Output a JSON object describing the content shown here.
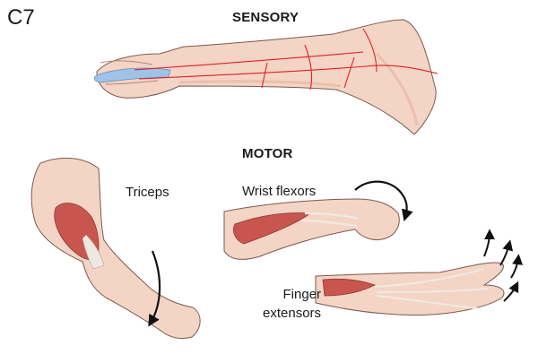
{
  "figure": {
    "root_label": "C7",
    "sensory_title": "SENSORY",
    "motor_title": "MOTOR",
    "muscles": {
      "triceps": "Triceps",
      "wrist_flexors": "Wrist flexors",
      "finger_extensors_line1": "Finger",
      "finger_extensors_line2": "extensors"
    }
  },
  "colors": {
    "skin": "#f4d4c4",
    "skin_shadow": "#e6b6a2",
    "outline": "#7a5a50",
    "dermatome_lines": "#e0202a",
    "dermatome_highlight": "#9fc3e8",
    "muscle": "#c9554f",
    "tendon": "#efe8e2",
    "arrow": "#111111"
  }
}
